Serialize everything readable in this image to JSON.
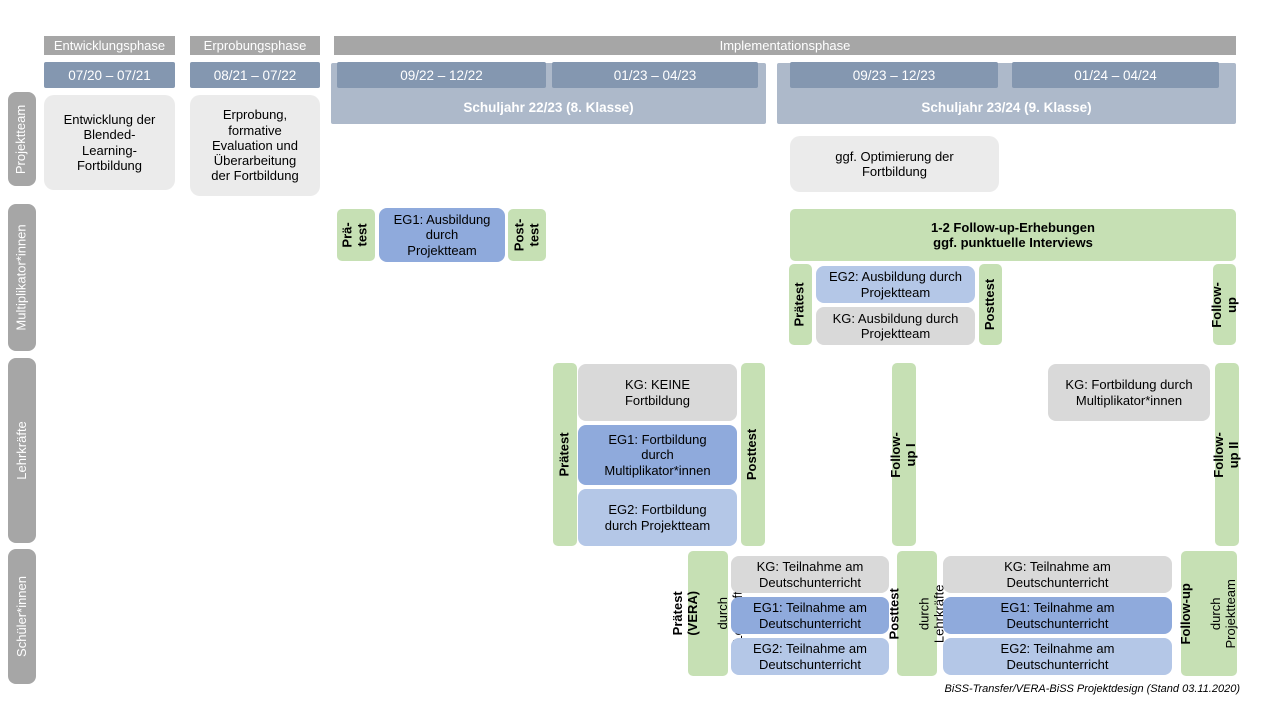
{
  "phases": {
    "entwicklung": "Entwicklungsphase",
    "erprobung": "Erprobungsphase",
    "implementation": "Implementationsphase"
  },
  "periods": {
    "p1": "07/20 – 07/21",
    "p2": "08/21 – 07/22",
    "p3": "09/22 – 12/22",
    "p4": "01/23 – 04/23",
    "p5": "09/23 – 12/23",
    "p6": "01/24 – 04/24"
  },
  "school_years": {
    "sy1": "Schuljahr 22/23 (8. Klasse)",
    "sy2": "Schuljahr 23/24 (9. Klasse)"
  },
  "row_labels": {
    "projektteam": "Projektteam",
    "multiplikator": "Multiplikator*innen",
    "lehrkraefte": "Lehrkräfte",
    "schueler": "Schüler*innen"
  },
  "projektteam": {
    "entwicklung": "Entwicklung der\nBlended-\nLearning-\nFortbildung",
    "erprobung": "Erprobung,\nformative\nEvaluation und\nÜberarbeitung\nder Fortbildung",
    "optimierung": "ggf. Optimierung der\nFortbildung"
  },
  "multiplikator": {
    "praetest1": "Prä-\ntest",
    "eg1": "EG1: Ausbildung\ndurch\nProjektteam",
    "posttest1": "Post-\ntest",
    "followup_erhebungen": "1-2 Follow-up-Erhebungen\nggf. punktuelle Interviews",
    "praetest2": "Prätest",
    "eg2": "EG2: Ausbildung durch\nProjektteam",
    "kg": "KG: Ausbildung durch\nProjektteam",
    "posttest2": "Posttest",
    "followup": "Follow-up"
  },
  "lehrkraefte": {
    "praetest": "Prätest",
    "kg": "KG: KEINE\nFortbildung",
    "eg1": "EG1: Fortbildung\ndurch\nMultiplikator*innen",
    "eg2": "EG2: Fortbildung\ndurch Projektteam",
    "posttest": "Posttest",
    "followup1": "Follow-up I",
    "kg2": "KG: Fortbildung durch\nMultiplikator*innen",
    "followup2": "Follow-up II"
  },
  "schueler": {
    "praetest_bold": "Prätest (VERA)",
    "praetest_sub": "durch Lehrkräfte",
    "kg1": "KG: Teilnahme am\nDeutschunterricht",
    "eg1a": "EG1: Teilnahme am\nDeutschunterricht",
    "eg2a": "EG2: Teilnahme am\nDeutschunterricht",
    "posttest_bold": "Posttest",
    "posttest_sub": "durch Lehrkräfte",
    "kg2": "KG: Teilnahme am\nDeutschunterricht",
    "eg1b": "EG1: Teilnahme am\nDeutschunterricht",
    "eg2b": "EG2: Teilnahme am\nDeutschunterricht",
    "followup_bold": "Follow-up",
    "followup_sub": "durch\nProjektteam"
  },
  "footer": {
    "caption": "BiSS-Transfer/VERA-BiSS Projektdesign (Stand 03.11.2020)"
  },
  "colors": {
    "phase_gray": "#a6a6a6",
    "period_blue": "#8497b0",
    "schoolyear_blue": "#adb9ca",
    "green": "#c6e0b4",
    "eg1_blue": "#8faadc",
    "eg2_blue": "#b4c7e7",
    "kg_gray": "#d9d9d9",
    "light_gray": "#ebebeb"
  }
}
